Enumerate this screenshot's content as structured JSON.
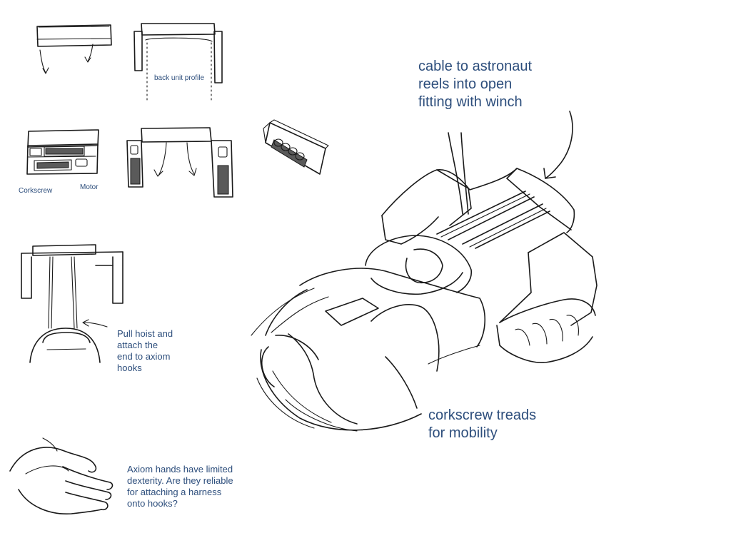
{
  "annotations": {
    "back_unit_profile": "back unit profile",
    "corkscrew": "Corkscrew",
    "motor": "Motor",
    "cable_note": "cable to astronaut\nreels into open\nfitting with winch",
    "hoist_note": "Pull hoist and\nattach the\nend to axiom\nhooks",
    "treads_note": "corkscrew treads\nfor mobility",
    "hands_note": "Axiom hands have limited\ndexterity. Are they reliable\nfor attaching a harness\nonto hooks?"
  },
  "colors": {
    "ink": "#1a1a1a",
    "note_text": "#2d4e7c",
    "background": "#ffffff"
  }
}
